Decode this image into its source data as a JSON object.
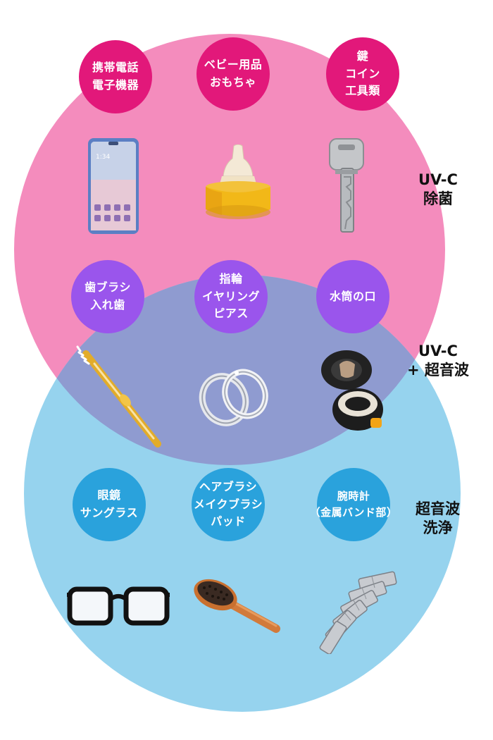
{
  "colors": {
    "uvc_circle": "#f48cbd",
    "ultrasonic_circle": "#96d3ee",
    "overlap": "#8f9bd0",
    "uvc_badge": "#e2187a",
    "both_badge": "#9a55ec",
    "ultrasonic_badge": "#2aa2dc"
  },
  "zones": {
    "uvc": {
      "label": [
        "UV-C",
        "除菌"
      ],
      "items": [
        {
          "lines": [
            "携帯電話",
            "電子機器"
          ],
          "icon": "smartphone-icon"
        },
        {
          "lines": [
            "ベビー用品",
            "おもちゃ"
          ],
          "icon": "baby-bottle-icon"
        },
        {
          "lines": [
            "鍵",
            "コイン",
            "工具類"
          ],
          "icon": "key-icon"
        }
      ]
    },
    "both": {
      "label": [
        "UV-C",
        "+ 超音波"
      ],
      "items": [
        {
          "lines": [
            "歯ブラシ",
            "入れ歯"
          ],
          "icon": "toothbrush-icon"
        },
        {
          "lines": [
            "指輪",
            "イヤリング",
            "ピアス"
          ],
          "icon": "rings-icon"
        },
        {
          "lines": [
            "水筒の口"
          ],
          "icon": "bottle-cap-icon"
        }
      ]
    },
    "ultrasonic": {
      "label": [
        "超音波",
        "洗浄"
      ],
      "items": [
        {
          "lines": [
            "眼鏡",
            "サングラス"
          ],
          "icon": "glasses-icon"
        },
        {
          "lines": [
            "ヘアブラシ",
            "メイクブラシ",
            "パッド"
          ],
          "icon": "hairbrush-icon"
        },
        {
          "lines": [
            "腕時計",
            "（金属バンド部）"
          ],
          "icon": "watch-band-icon"
        }
      ]
    }
  }
}
